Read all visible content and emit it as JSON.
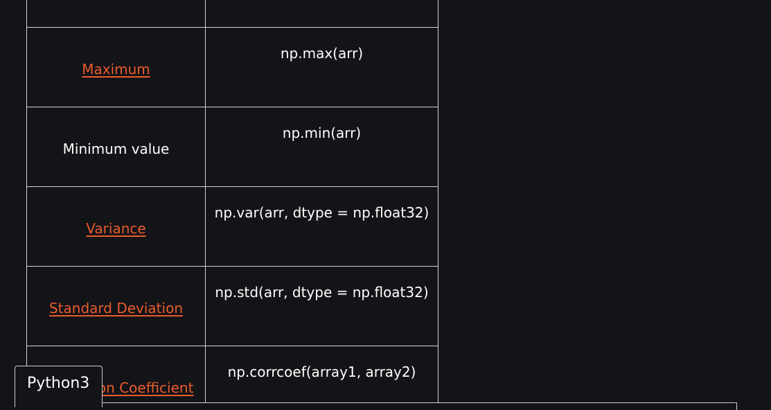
{
  "table": {
    "rows": [
      {
        "label": "",
        "is_link": false,
        "code": ""
      },
      {
        "label": "Maximum",
        "is_link": true,
        "code": "np.max(arr)"
      },
      {
        "label": "Minimum value",
        "is_link": false,
        "code": "np.min(arr)"
      },
      {
        "label": "Variance",
        "is_link": true,
        "code": "np.var(arr, dtype = np.float32)"
      },
      {
        "label": "Standard Deviation",
        "is_link": true,
        "code": "np.std(arr, dtype = np.float32)"
      },
      {
        "label": "Correlation Coefficient",
        "is_link": true,
        "code": "np.corrcoef(array1, array2)"
      }
    ]
  },
  "code_tabs": {
    "active_label": "Python3"
  },
  "colors": {
    "background": "#131417",
    "link": "#ec5b2f",
    "border": "#d5d5d5",
    "text": "#ffffff"
  }
}
